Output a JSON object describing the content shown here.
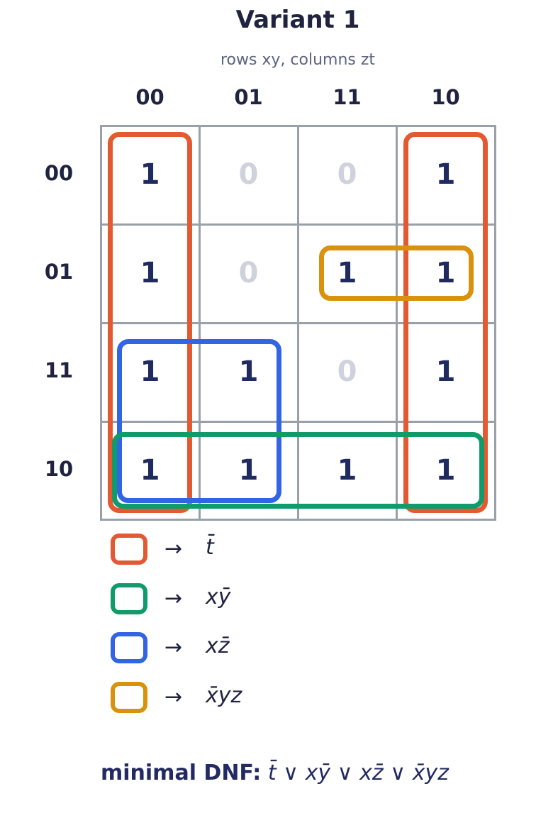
{
  "title": "Variant 1",
  "subtitle": "rows xy,  columns zt",
  "columns": [
    "00",
    "01",
    "11",
    "10"
  ],
  "rows": [
    "00",
    "01",
    "11",
    "10"
  ],
  "cells": [
    [
      "1",
      "0",
      "0",
      "1"
    ],
    [
      "1",
      "0",
      "1",
      "1"
    ],
    [
      "1",
      "1",
      "0",
      "1"
    ],
    [
      "1",
      "1",
      "1",
      "1"
    ]
  ],
  "groups": [
    {
      "id": "orange-red",
      "color": "#e35a32",
      "covers": "column zt=00 and column zt=10",
      "term": "t̄"
    },
    {
      "id": "green",
      "color": "#0f9b6a",
      "covers": "row xy=10",
      "term": "xȳ"
    },
    {
      "id": "blue",
      "color": "#3264e4",
      "covers": "rows xy=11,10 × columns zt=00,01",
      "term": "xz̄"
    },
    {
      "id": "amber",
      "color": "#d8920e",
      "covers": "row xy=01 × columns zt=11,10",
      "term": "x̄yz"
    }
  ],
  "legend": [
    {
      "arrow": "→",
      "expr": "t̄",
      "color": "#e35a32"
    },
    {
      "arrow": "→",
      "expr": "xȳ",
      "color": "#0f9b6a"
    },
    {
      "arrow": "→",
      "expr": "xz̄",
      "color": "#3264e4"
    },
    {
      "arrow": "→",
      "expr": "x̄yz",
      "color": "#d8920e"
    }
  ],
  "result": {
    "label": "minimal DNF:",
    "expr": "t̄ ∨ xȳ ∨ xz̄ ∨ x̄yz"
  }
}
